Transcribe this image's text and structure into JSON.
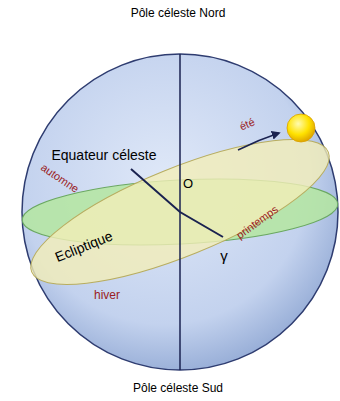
{
  "diagram": {
    "labels": [
      "Pôle céleste Nord",
      "Equateur céleste",
      "été",
      "automne",
      "O",
      "printemps",
      "γ",
      "Ecliptique",
      "hiver",
      "Pôle céleste Sud"
    ]
  }
}
